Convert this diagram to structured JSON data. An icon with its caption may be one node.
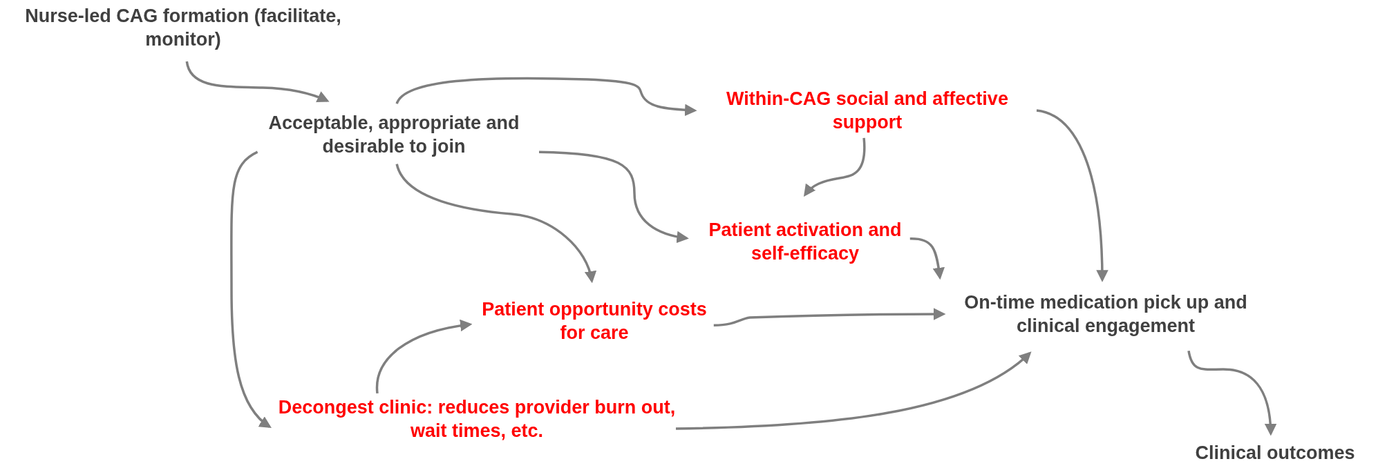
{
  "diagram": {
    "nodes": [
      {
        "text": [
          "Nurse-led CAG formation (facilitate, monitor)"
        ]
      },
      {
        "text": [
          "Acceptable, appropriate and desirable to join"
        ]
      },
      {
        "text": [
          "Within-CAG social and affective support"
        ]
      },
      {
        "text": [
          "Patient activation and self-efficacy"
        ]
      },
      {
        "text": [
          "Patient opportunity costs for care"
        ]
      },
      {
        "text": [
          "On-time medication pick up and clinical engagement"
        ]
      },
      {
        "text": [
          "Decongest clinic: reduces provider burn out, wait times, etc."
        ]
      },
      {
        "text": [
          "Clinical outcomes"
        ]
      }
    ],
    "edges": [
      {
        "from": 0,
        "to": 1,
        "arrow": "to"
      },
      {
        "from": 1,
        "to": 2,
        "arrow": "to"
      },
      {
        "from": 1,
        "to": 3,
        "arrow": "to"
      },
      {
        "from": 1,
        "to": 4,
        "arrow": "to"
      },
      {
        "from": 1,
        "to": 6,
        "arrow": "to"
      },
      {
        "from": 2,
        "to": 3,
        "arrow": "to"
      },
      {
        "from": 2,
        "to": 5,
        "arrow": "to"
      },
      {
        "from": 3,
        "to": 5,
        "arrow": "to"
      },
      {
        "from": 4,
        "to": 5,
        "arrow": "to"
      },
      {
        "from": 6,
        "to": 4,
        "arrow": "to"
      },
      {
        "from": 6,
        "to": 5,
        "arrow": "to"
      },
      {
        "from": 5,
        "to": 7,
        "arrow": "to"
      }
    ]
  }
}
